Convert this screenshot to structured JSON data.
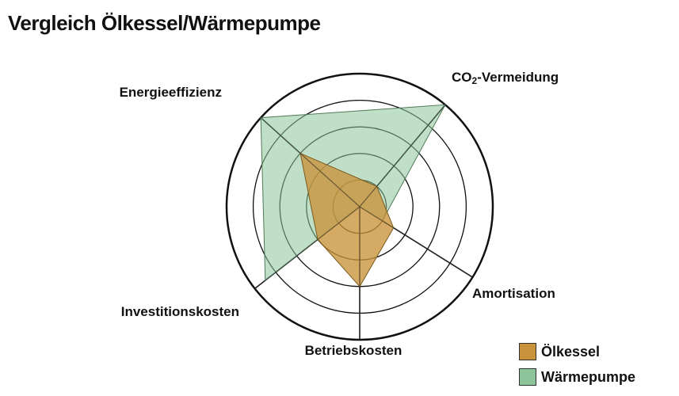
{
  "chart_data": {
    "type": "radar",
    "title": "Vergleich Ölkessel/Wärmepumpe",
    "axes": [
      {
        "label": "CO",
        "sub": "2",
        "suffix": "-Vermeidung"
      },
      {
        "label": "Amortisation"
      },
      {
        "label": "Betriebskosten"
      },
      {
        "label": "Investitionskosten"
      },
      {
        "label": "Energieeffizienz"
      }
    ],
    "rlim": [
      0,
      5
    ],
    "rings": [
      1,
      2,
      3,
      4,
      5
    ],
    "series": [
      {
        "name": "Ölkessel",
        "color": "#c8923a",
        "values": [
          1,
          1.5,
          3,
          2,
          3
        ]
      },
      {
        "name": "Wärmepumpe",
        "color": "#8dc49a",
        "values": [
          5,
          1,
          0,
          4.5,
          5
        ]
      }
    ],
    "legend": "bottom-right"
  }
}
